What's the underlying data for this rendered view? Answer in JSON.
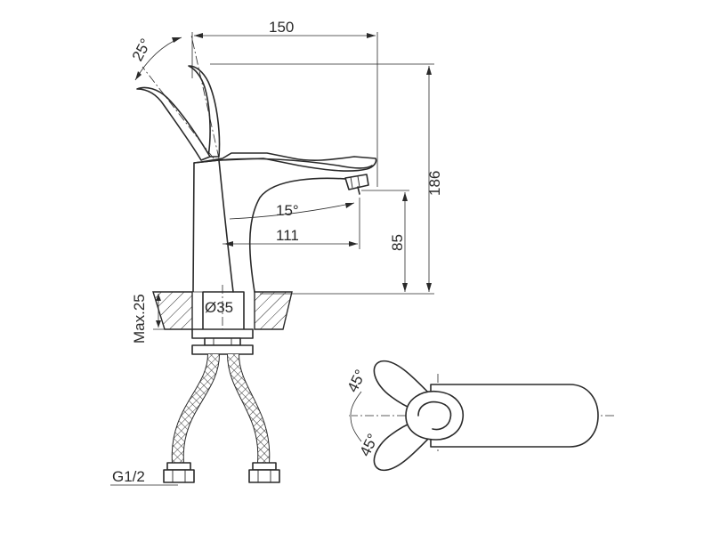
{
  "dimensions": {
    "overall_length": "150",
    "overall_height": "186",
    "spout_reach": "111",
    "spout_height": "85",
    "lever_angle": "25°",
    "spout_angle": "15°",
    "base_diameter": "Ø35",
    "max_mount_thickness": "Max.25",
    "thread": "G1/2",
    "handle_angle_top": "45°",
    "handle_angle_bottom": "45°"
  }
}
